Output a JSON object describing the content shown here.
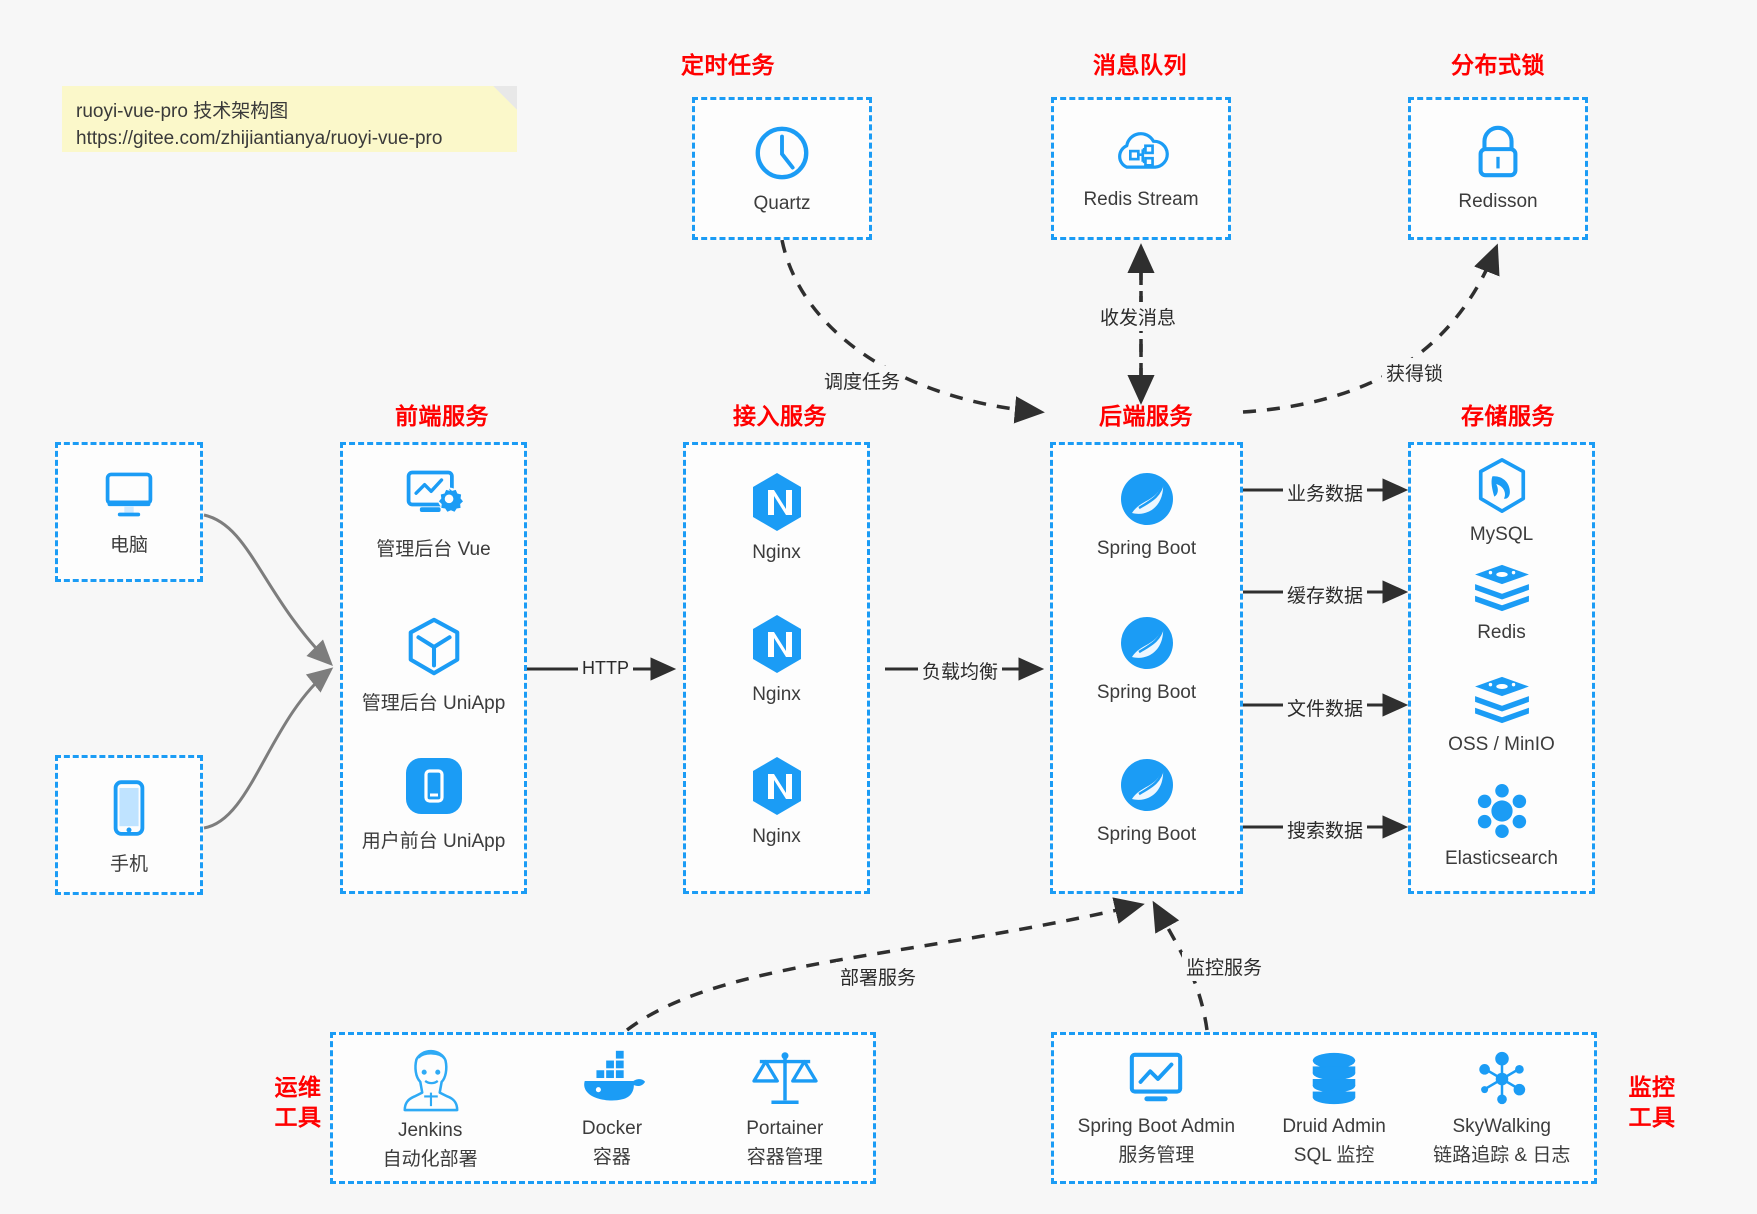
{
  "note": {
    "line1": "ruoyi-vue-pro 技术架构图",
    "line2": "https://gitee.com/zhijiantianya/ruoyi-vue-pro"
  },
  "colors": {
    "accent": "#1b9cf5",
    "title_red": "#ff0000",
    "arrow_dark": "#3a3a3a",
    "arrow_gray": "#808080",
    "note_bg": "#fbf8ca",
    "page_bg": "#f7f7f7"
  },
  "groups": {
    "scheduler": {
      "title": "定时任务"
    },
    "mq": {
      "title": "消息队列"
    },
    "lock": {
      "title": "分布式锁"
    },
    "frontend": {
      "title": "前端服务"
    },
    "gateway": {
      "title": "接入服务"
    },
    "backend": {
      "title": "后端服务"
    },
    "storage": {
      "title": "存储服务"
    },
    "devops": {
      "title_line1": "运维",
      "title_line2": "工具"
    },
    "monitor": {
      "title_line1": "监控",
      "title_line2": "工具"
    }
  },
  "clients": [
    {
      "label": "电脑",
      "icon": "desktop-icon"
    },
    {
      "label": "手机",
      "icon": "mobile-icon"
    }
  ],
  "scheduler_nodes": [
    {
      "label": "Quartz",
      "icon": "clock-icon"
    }
  ],
  "mq_nodes": [
    {
      "label": "Redis Stream",
      "icon": "cloud-network-icon"
    }
  ],
  "lock_nodes": [
    {
      "label": "Redisson",
      "icon": "padlock-icon"
    }
  ],
  "frontend_nodes": [
    {
      "label": "管理后台 Vue",
      "icon": "monitor-gear-icon"
    },
    {
      "label": "管理后台 UniApp",
      "icon": "cube-icon"
    },
    {
      "label": "用户前台 UniApp",
      "icon": "phone-rounded-icon"
    }
  ],
  "gateway_nodes": [
    {
      "label": "Nginx",
      "icon": "nginx-icon"
    },
    {
      "label": "Nginx",
      "icon": "nginx-icon"
    },
    {
      "label": "Nginx",
      "icon": "nginx-icon"
    }
  ],
  "backend_nodes": [
    {
      "label": "Spring Boot",
      "icon": "spring-leaf-icon"
    },
    {
      "label": "Spring Boot",
      "icon": "spring-leaf-icon"
    },
    {
      "label": "Spring Boot",
      "icon": "spring-leaf-icon"
    }
  ],
  "storage_nodes": [
    {
      "label": "MySQL",
      "icon": "mysql-dolphin-icon"
    },
    {
      "label": "Redis",
      "icon": "redis-stack-icon"
    },
    {
      "label": "OSS / MinIO",
      "icon": "redis-stack-icon"
    },
    {
      "label": "Elasticsearch",
      "icon": "elasticsearch-icon"
    }
  ],
  "devops_nodes": [
    {
      "label": "Jenkins",
      "sub": "自动化部署",
      "icon": "jenkins-butler-icon"
    },
    {
      "label": "Docker",
      "sub": "容器",
      "icon": "docker-whale-icon"
    },
    {
      "label": "Portainer",
      "sub": "容器管理",
      "icon": "scales-icon"
    }
  ],
  "monitor_nodes": [
    {
      "label": "Spring Boot Admin",
      "sub": "服务管理",
      "icon": "monitor-chart-icon"
    },
    {
      "label": "Druid Admin",
      "sub": "SQL 监控",
      "icon": "database-icon"
    },
    {
      "label": "SkyWalking",
      "sub": "链路追踪 & 日志",
      "icon": "network-node-icon"
    }
  ],
  "edges": {
    "http": "HTTP",
    "load_balance": "负载均衡",
    "schedule_task": "调度任务",
    "send_receive_message": "收发消息",
    "acquire_lock": "获得锁",
    "business_data": "业务数据",
    "cache_data": "缓存数据",
    "file_data": "文件数据",
    "search_data": "搜索数据",
    "deploy_service": "部署服务",
    "monitor_service": "监控服务"
  }
}
